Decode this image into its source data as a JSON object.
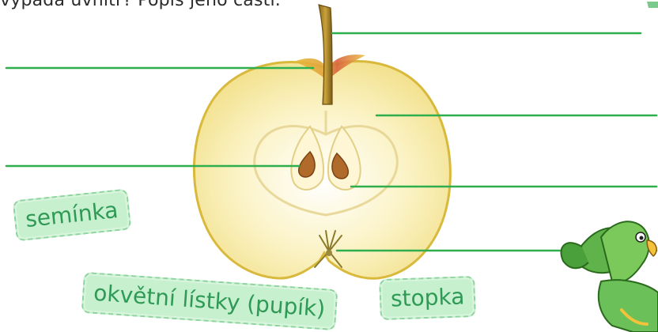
{
  "instruction": "vypadá uvnitř? Popiš jeho části.",
  "word_cards": [
    "semínka",
    "okvětní lístky (pupík)",
    "stopka"
  ],
  "colors": {
    "label_line": "#2fae4e",
    "card_fill": "#c7f0cf",
    "card_text": "#2f9a55",
    "card_border": "#8fd4a0",
    "apple_flesh": "#fbf3c6",
    "apple_skin": "#e0c44a",
    "seed": "#b06a2a"
  },
  "icons": [
    "parrot-mascot-illustration"
  ]
}
